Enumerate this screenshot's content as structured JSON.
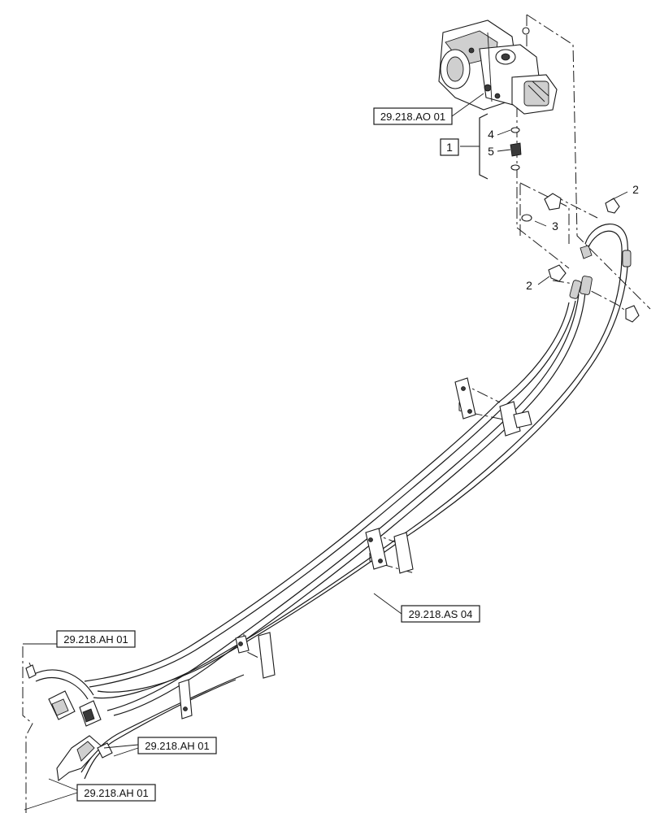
{
  "references": {
    "pump_ref": "29.218.AO 01",
    "hose_ref": "29.218.AS 04",
    "motor_ref_top": "29.218.AH 01",
    "motor_ref_mid": "29.218.AH 01",
    "motor_ref_bottom": "29.218.AH 01"
  },
  "callouts": {
    "kit": "1",
    "fitting_upper": "2",
    "fitting_lower": "2",
    "oring_3": "3",
    "oring_4": "4",
    "plug_5": "5"
  }
}
